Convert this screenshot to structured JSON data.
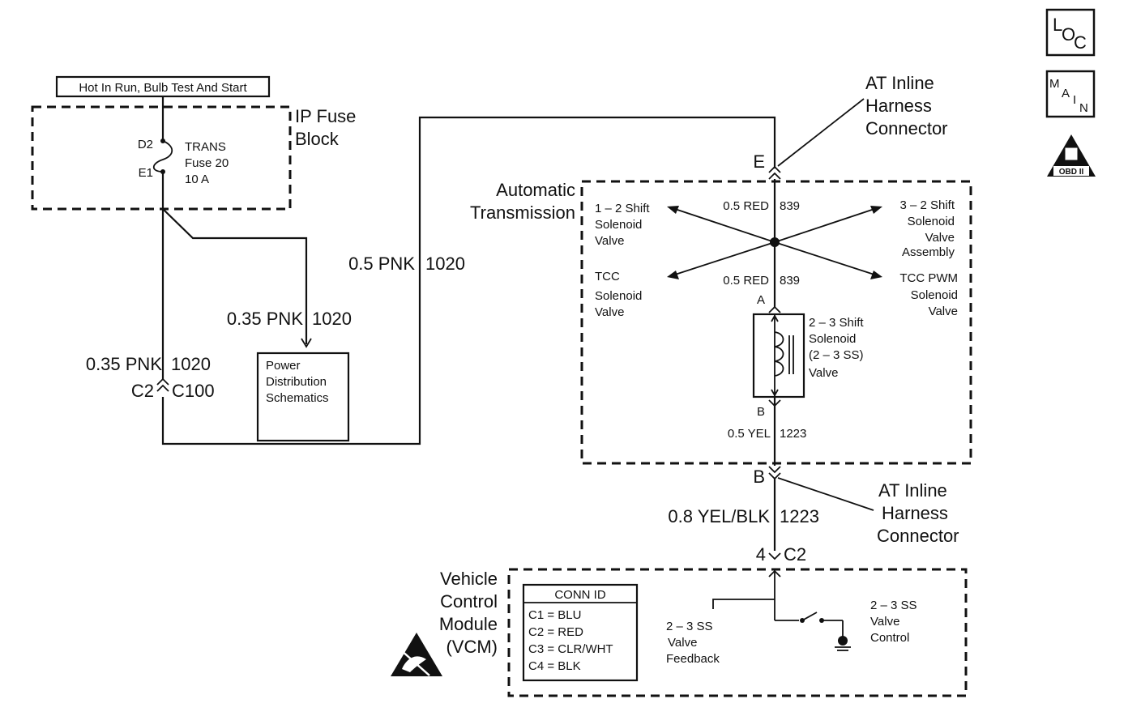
{
  "fuse_block": {
    "header": "Hot In Run, Bulb Test And Start",
    "name_line1": "IP Fuse",
    "name_line2": "Block",
    "pin_top": "D2",
    "pin_bottom": "E1",
    "fuse_line1": "TRANS",
    "fuse_line2": "Fuse 20",
    "fuse_line3": "10 A"
  },
  "wires": {
    "pnk_main": "0.5 PNK",
    "pnk_main_circuit": "1020",
    "pnk_branch": "0.35 PNK",
    "pnk_branch_circuit": "1020",
    "pnk_left": "0.35 PNK",
    "pnk_left_circuit": "1020",
    "red_upper": "0.5 RED",
    "red_upper_circuit": "839",
    "red_lower": "0.5 RED",
    "red_lower_circuit": "839",
    "yel": "0.5 YEL",
    "yel_circuit": "1223",
    "yel_blk": "0.8 YEL/BLK",
    "yel_blk_circuit": "1223"
  },
  "connectors": {
    "c2": "C2",
    "c100": "C100",
    "pin_e": "E",
    "pin_a": "A",
    "pin_b_inner": "B",
    "pin_b_outer": "B",
    "pin_4": "4",
    "vcm_c2": "C2"
  },
  "power_distribution": {
    "line1": "Power",
    "line2": "Distribution",
    "line3": "Schematics"
  },
  "harness_top": {
    "line1": "AT Inline",
    "line2": "Harness",
    "line3": "Connector"
  },
  "harness_bottom": {
    "line1": "AT Inline",
    "line2": "Harness",
    "line3": "Connector"
  },
  "transmission": {
    "line1": "Automatic",
    "line2": "Transmission"
  },
  "solenoids": {
    "shift_12": [
      "1 – 2 Shift",
      "Solenoid",
      "Valve"
    ],
    "tcc": [
      "TCC",
      "Solenoid",
      "Valve"
    ],
    "shift_32": [
      "3 – 2 Shift",
      "Solenoid",
      "Valve",
      "Assembly"
    ],
    "tcc_pwm": [
      "TCC PWM",
      "Solenoid",
      "Valve"
    ],
    "shift_23": [
      "2 – 3 Shift",
      "Solenoid",
      "(2 – 3 SS)",
      "Valve"
    ]
  },
  "vcm": {
    "name": [
      "Vehicle",
      "Control",
      "Module",
      "(VCM)"
    ],
    "feedback": [
      "2 – 3 SS",
      "Valve",
      "Feedback"
    ],
    "control": [
      "2 – 3 SS",
      "Valve",
      "Control"
    ]
  },
  "conn_id": {
    "title": "CONN ID",
    "rows": [
      "C1  =  BLU",
      "C2  =  RED",
      "C3  =  CLR/WHT",
      "C4  =  BLK"
    ]
  },
  "nav": {
    "loc_letters": [
      "L",
      "O",
      "C"
    ],
    "main_letters": [
      "M",
      "A",
      "I",
      "N"
    ],
    "obd_label": "OBD II"
  }
}
